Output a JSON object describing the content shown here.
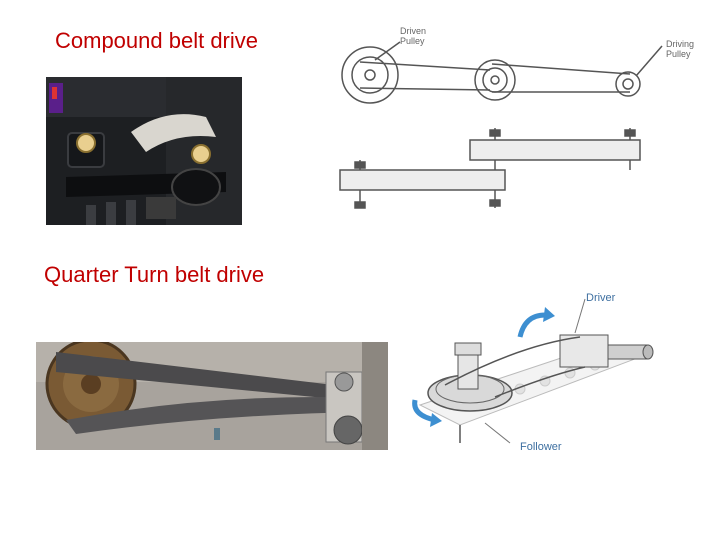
{
  "slide": {
    "title_top": "Compound belt drive",
    "title_bottom": "Quarter Turn  belt drive"
  },
  "diagram_compound": {
    "label_driven": "Driven",
    "label_driven_2": "Pulley",
    "label_driving": "Driving",
    "label_driving_2": "Pulley"
  },
  "diagram_quarter_turn": {
    "label_driver": "Driver",
    "label_follower": "Follower"
  },
  "colors": {
    "title": "#c00000",
    "arrow_blue": "#3d8fd1",
    "line_gray": "#777777"
  }
}
